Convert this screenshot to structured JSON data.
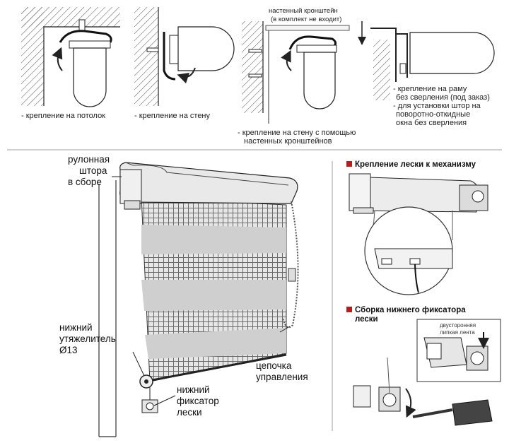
{
  "top": {
    "ceiling": "- крепление на потолок",
    "wall": "- крепление на стену",
    "bracket_note_1": "настенный кронштейн",
    "bracket_note_2": "(в комплект не входит)",
    "wall_brackets_1": "- крепление на стену с помощью",
    "wall_brackets_2": "настенных кронштейнов",
    "frame_1": "- крепление на раму",
    "frame_2": "без сверления (под заказ)",
    "frame_3": "- для установки штор на",
    "frame_4": "поворотно-откидные",
    "frame_5": "окна без сверления"
  },
  "main": {
    "assembled_1": "рулонная",
    "assembled_2": "штора",
    "assembled_3": "в сборе",
    "weight_1": "нижний",
    "weight_2": "утяжелитель",
    "weight_3": "Ø13",
    "fixer_1": "нижний",
    "fixer_2": "фиксатор",
    "fixer_3": "лески",
    "chain_1": "цепочка",
    "chain_2": "управления"
  },
  "side": {
    "line_mount_title": "Крепление лески к механизму",
    "fixer_title_1": "Сборка нижнего фиксатора",
    "fixer_title_2": "лески",
    "tape_1": "двусторонняя",
    "tape_2": "липкая лента"
  },
  "colors": {
    "accent": "#b41e1e",
    "fabric": "#cfcfcf",
    "mesh": "#6a6a6a",
    "line": "#2a2a2a",
    "divider": "#bfbfbf"
  }
}
